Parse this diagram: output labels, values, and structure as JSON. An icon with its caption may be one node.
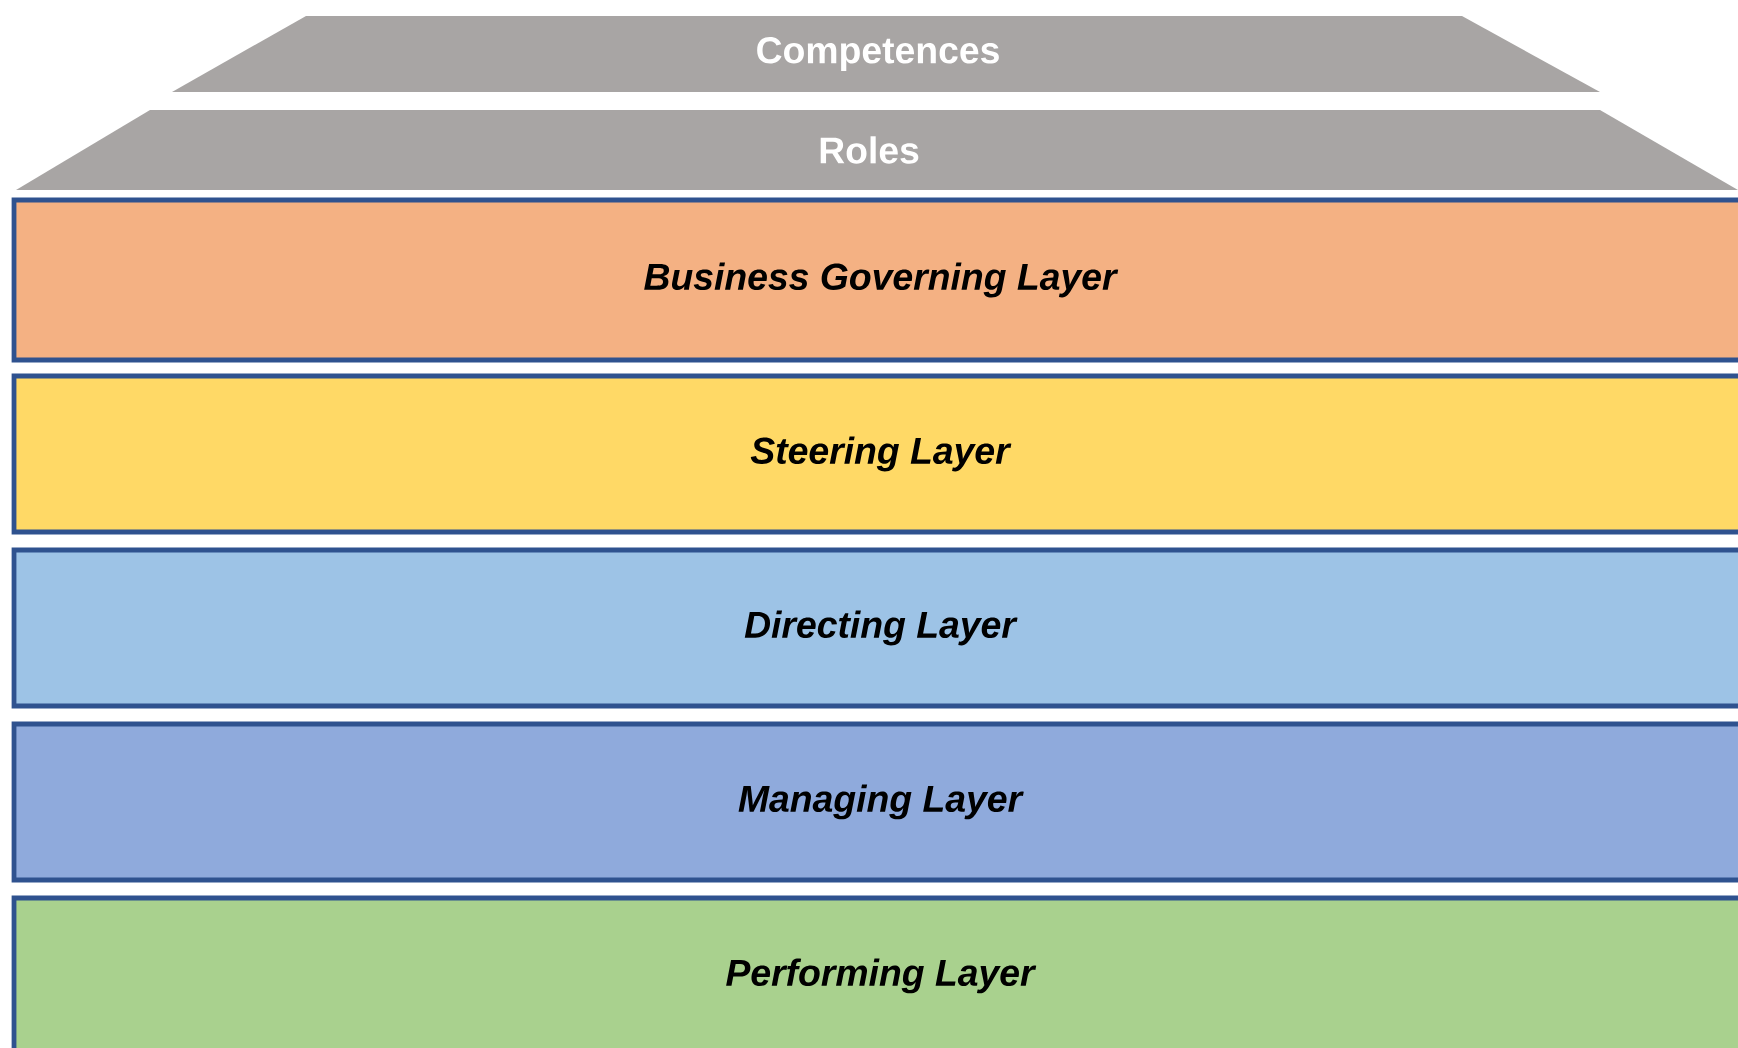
{
  "diagram": {
    "nodes": [
      {
        "text": [
          "Competences"
        ]
      },
      {
        "text": [
          "Roles"
        ]
      },
      {
        "text": [
          "Business Governing Layer"
        ]
      },
      {
        "text": [
          "Steering Layer"
        ]
      },
      {
        "text": [
          "Directing Layer"
        ]
      },
      {
        "text": [
          "Managing Layer"
        ]
      },
      {
        "text": [
          "Performing Layer"
        ]
      }
    ]
  }
}
